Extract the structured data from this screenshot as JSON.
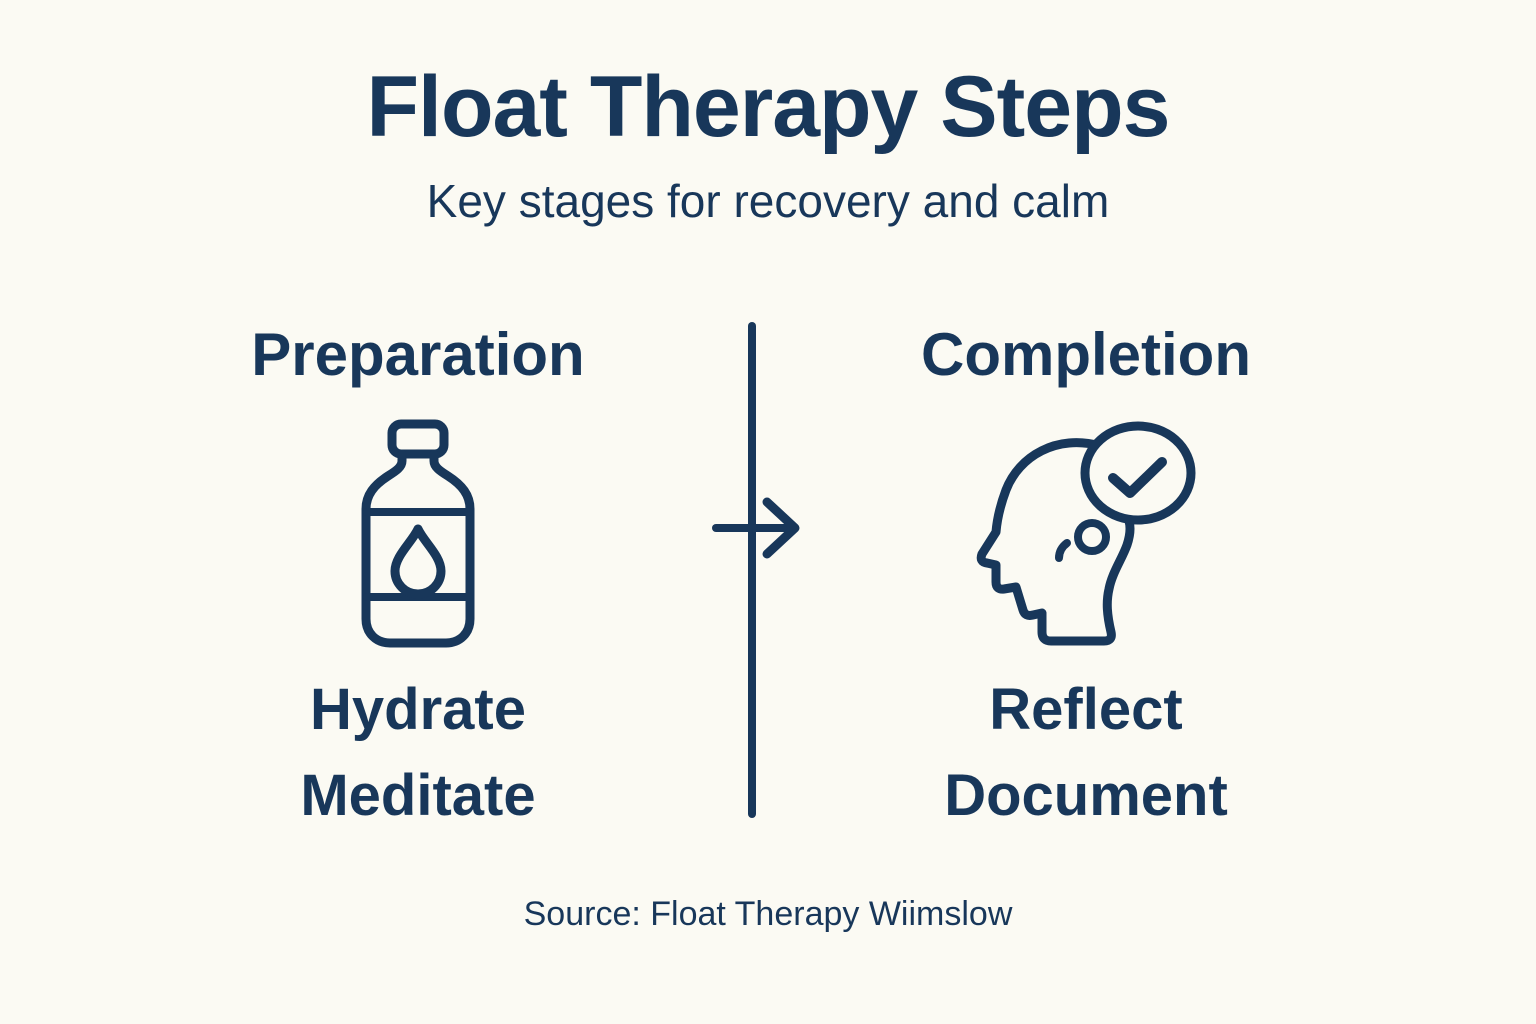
{
  "theme": {
    "background": "#fbfaf3",
    "ink": "#18375a"
  },
  "header": {
    "title": "Float Therapy Steps",
    "subtitle": "Key stages for recovery and calm"
  },
  "columns": [
    {
      "heading": "Preparation",
      "icon": "water-bottle-icon",
      "items": [
        "Hydrate",
        "Meditate"
      ]
    },
    {
      "heading": "Completion",
      "icon": "head-check-icon",
      "items": [
        "Reflect",
        "Document"
      ]
    }
  ],
  "divider": {
    "type": "vertical-line-with-right-arrow"
  },
  "footer": {
    "source": "Source: Float Therapy Wiimslow"
  }
}
